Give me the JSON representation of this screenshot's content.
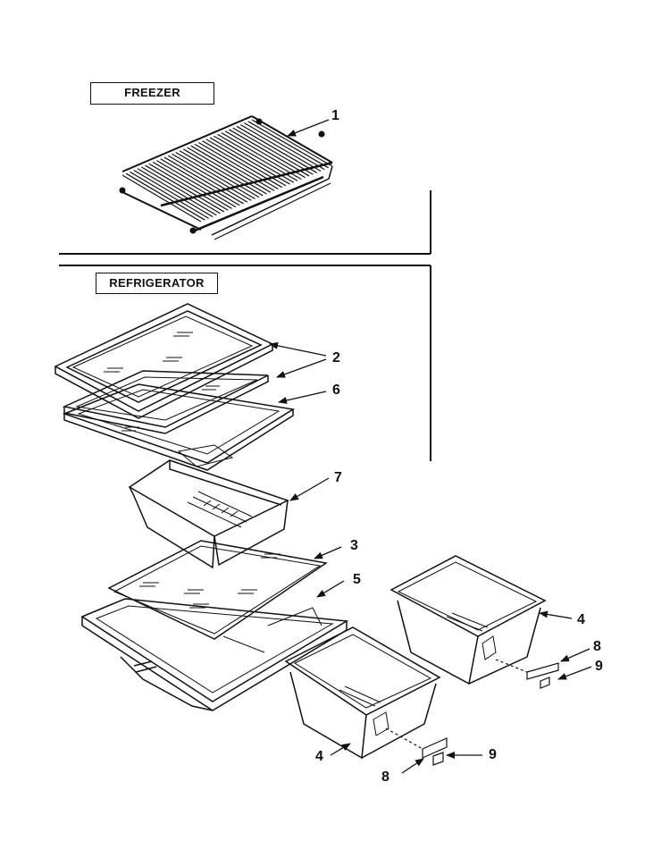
{
  "sections": {
    "freezer_label": "FREEZER",
    "refrigerator_label": "REFRIGERATOR"
  },
  "callouts": {
    "c1": "1",
    "c2": "2",
    "c6": "6",
    "c7": "7",
    "c3": "3",
    "c5": "5",
    "c4_right": "4",
    "c8_right": "8",
    "c9_right": "9",
    "c4_left": "4",
    "c8_left": "8",
    "c9_left": "9"
  }
}
